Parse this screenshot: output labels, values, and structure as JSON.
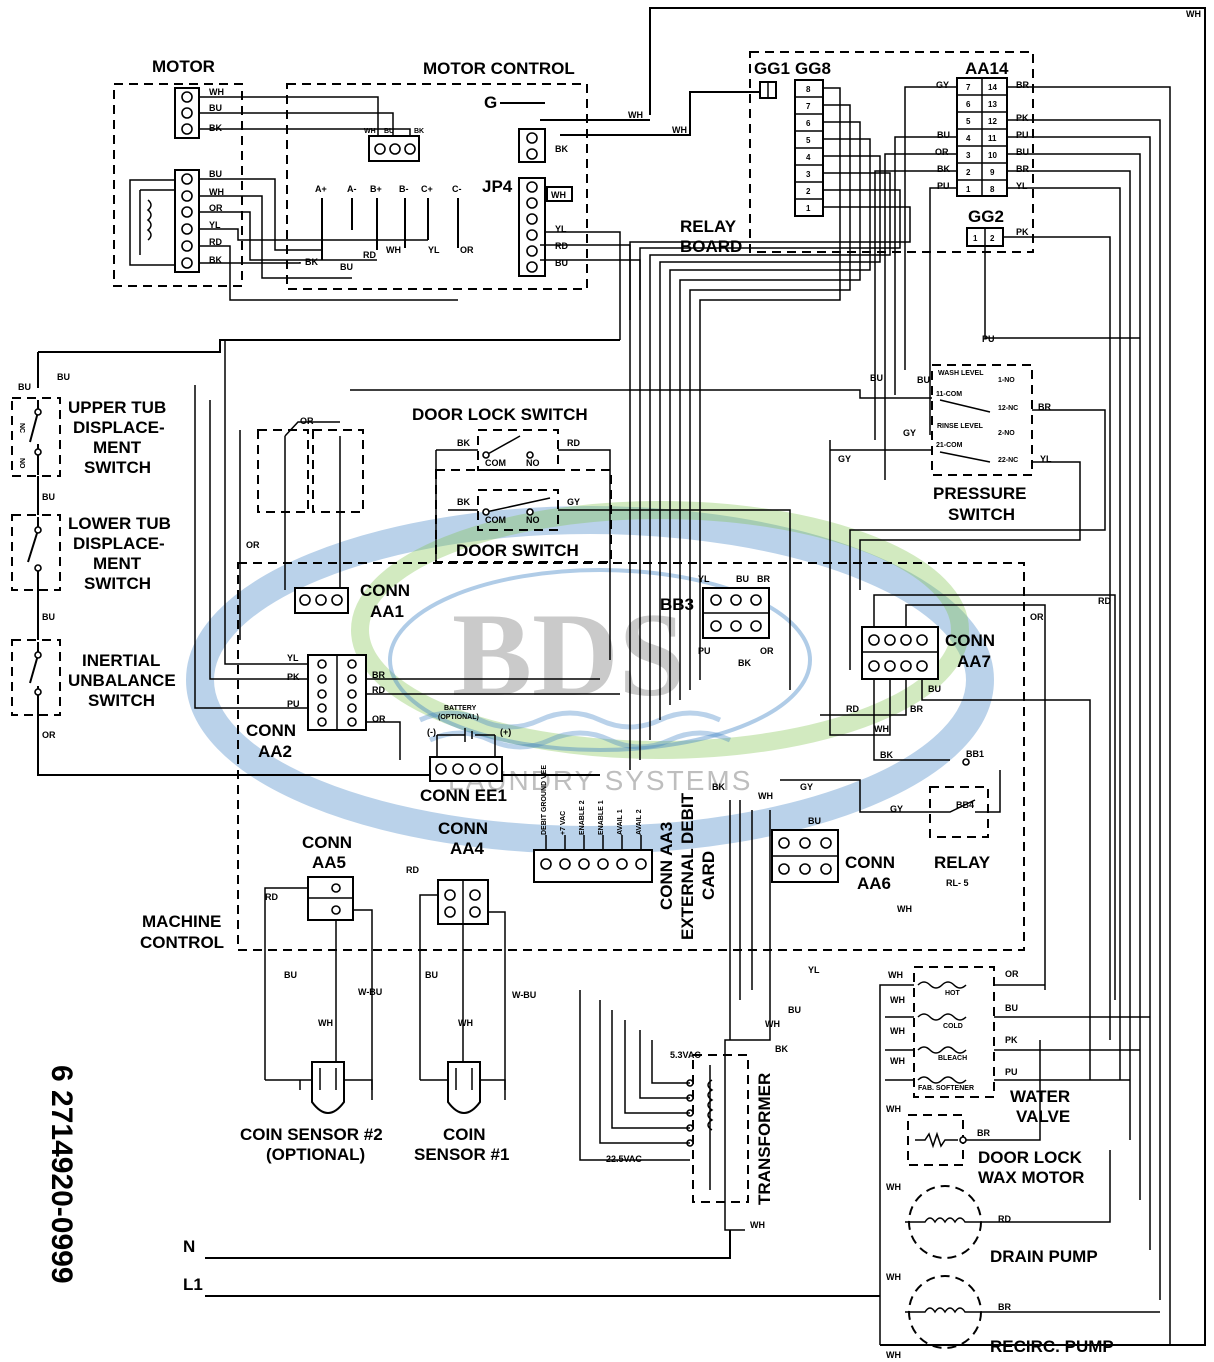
{
  "colors": {
    "ink": "#000000",
    "watermark_blue": "#3a7fc4",
    "watermark_green": "#7fc24a",
    "watermark_grey": "#8c8c8c"
  },
  "watermark": {
    "logo": "BDS",
    "subtitle": "LAUNDRY SYSTEMS"
  },
  "document_number": "6 2714920-0999",
  "components": {
    "motor": "MOTOR",
    "motor_control": "MOTOR CONTROL",
    "relay_board": [
      "RELAY",
      "BOARD"
    ],
    "jp4": "JP4",
    "g_terminal": "G",
    "gg1": "GG1",
    "gg8": "GG8",
    "aa14": "AA14",
    "gg2": "GG2",
    "upper_tub": [
      "UPPER TUB",
      "DISPLACE-",
      "MENT",
      "SWITCH"
    ],
    "lower_tub": [
      "LOWER TUB",
      "DISPLACE-",
      "MENT",
      "SWITCH"
    ],
    "inertial": [
      "INERTIAL",
      "UNBALANCE",
      "SWITCH"
    ],
    "door_lock_switch": "DOOR LOCK SWITCH",
    "door_switch": "DOOR SWITCH",
    "pressure_switch": [
      "PRESSURE",
      "SWITCH"
    ],
    "wash_level": "WASH LEVEL",
    "rinse_level": "RINSE LEVEL",
    "conn_aa1": [
      "CONN",
      "AA1"
    ],
    "conn_aa2": [
      "CONN",
      "AA2"
    ],
    "bb3": "BB3",
    "conn_aa7": [
      "CONN",
      "AA7"
    ],
    "battery": [
      "BATTERY",
      "(OPTIONAL)"
    ],
    "conn_ee1": "CONN EE1",
    "conn_aa5": [
      "CONN",
      "AA5"
    ],
    "conn_aa4": [
      "CONN",
      "AA4"
    ],
    "conn_aa3": [
      "CONN AA3",
      "EXTERNAL DEBIT",
      "CARD"
    ],
    "conn_aa6": [
      "CONN",
      "AA6"
    ],
    "relay_rl5": [
      "RELAY",
      "RL- 5"
    ],
    "bb1": "BB1",
    "bb4": "BB4",
    "machine_control": [
      "MACHINE",
      "CONTROL"
    ],
    "coin_sensor_2": [
      "COIN SENSOR #2",
      "(OPTIONAL)"
    ],
    "coin_sensor_1": [
      "COIN",
      "SENSOR #1"
    ],
    "transformer": "TRANSFORMER",
    "v53": "5.3VAC",
    "v225": "22.5VAC",
    "water_valve": [
      "WATER",
      "VALVE"
    ],
    "hot": "HOT",
    "cold": "COLD",
    "bleach": "BLEACH",
    "softener": "FAB. SOFTENER",
    "door_lock_wax": [
      "DOOR LOCK",
      "WAX MOTOR"
    ],
    "drain_pump": "DRAIN PUMP",
    "recirc_pump": "RECIRC. PUMP",
    "line_n": "N",
    "line_l1": "L1"
  },
  "aa3_pins": [
    "DEBIT GROUND VEE",
    "+7 VAC",
    "ENABLE 2",
    "ENABLE 1",
    "AVAIL 1",
    "AVAIL 2"
  ],
  "wire_colors": {
    "wh": "WH",
    "bu": "BU",
    "bk": "BK",
    "or": "OR",
    "yl": "YL",
    "rd": "RD",
    "gy": "GY",
    "pk": "PK",
    "pu": "PU",
    "br": "BR",
    "wbu": "W-BU"
  },
  "switch_terms": {
    "com": "COM",
    "no": "NO",
    "nc": "NC",
    "one_no": "1-NO",
    "twelve_nc": "12-NC",
    "two_no": "2-NO",
    "twentytwo_nc": "22-NC",
    "eleven_com": "11-COM",
    "twentyone_com": "21-COM"
  },
  "motor_control_terms": [
    "A+",
    "A-",
    "B+",
    "B-",
    "C+",
    "C-"
  ]
}
